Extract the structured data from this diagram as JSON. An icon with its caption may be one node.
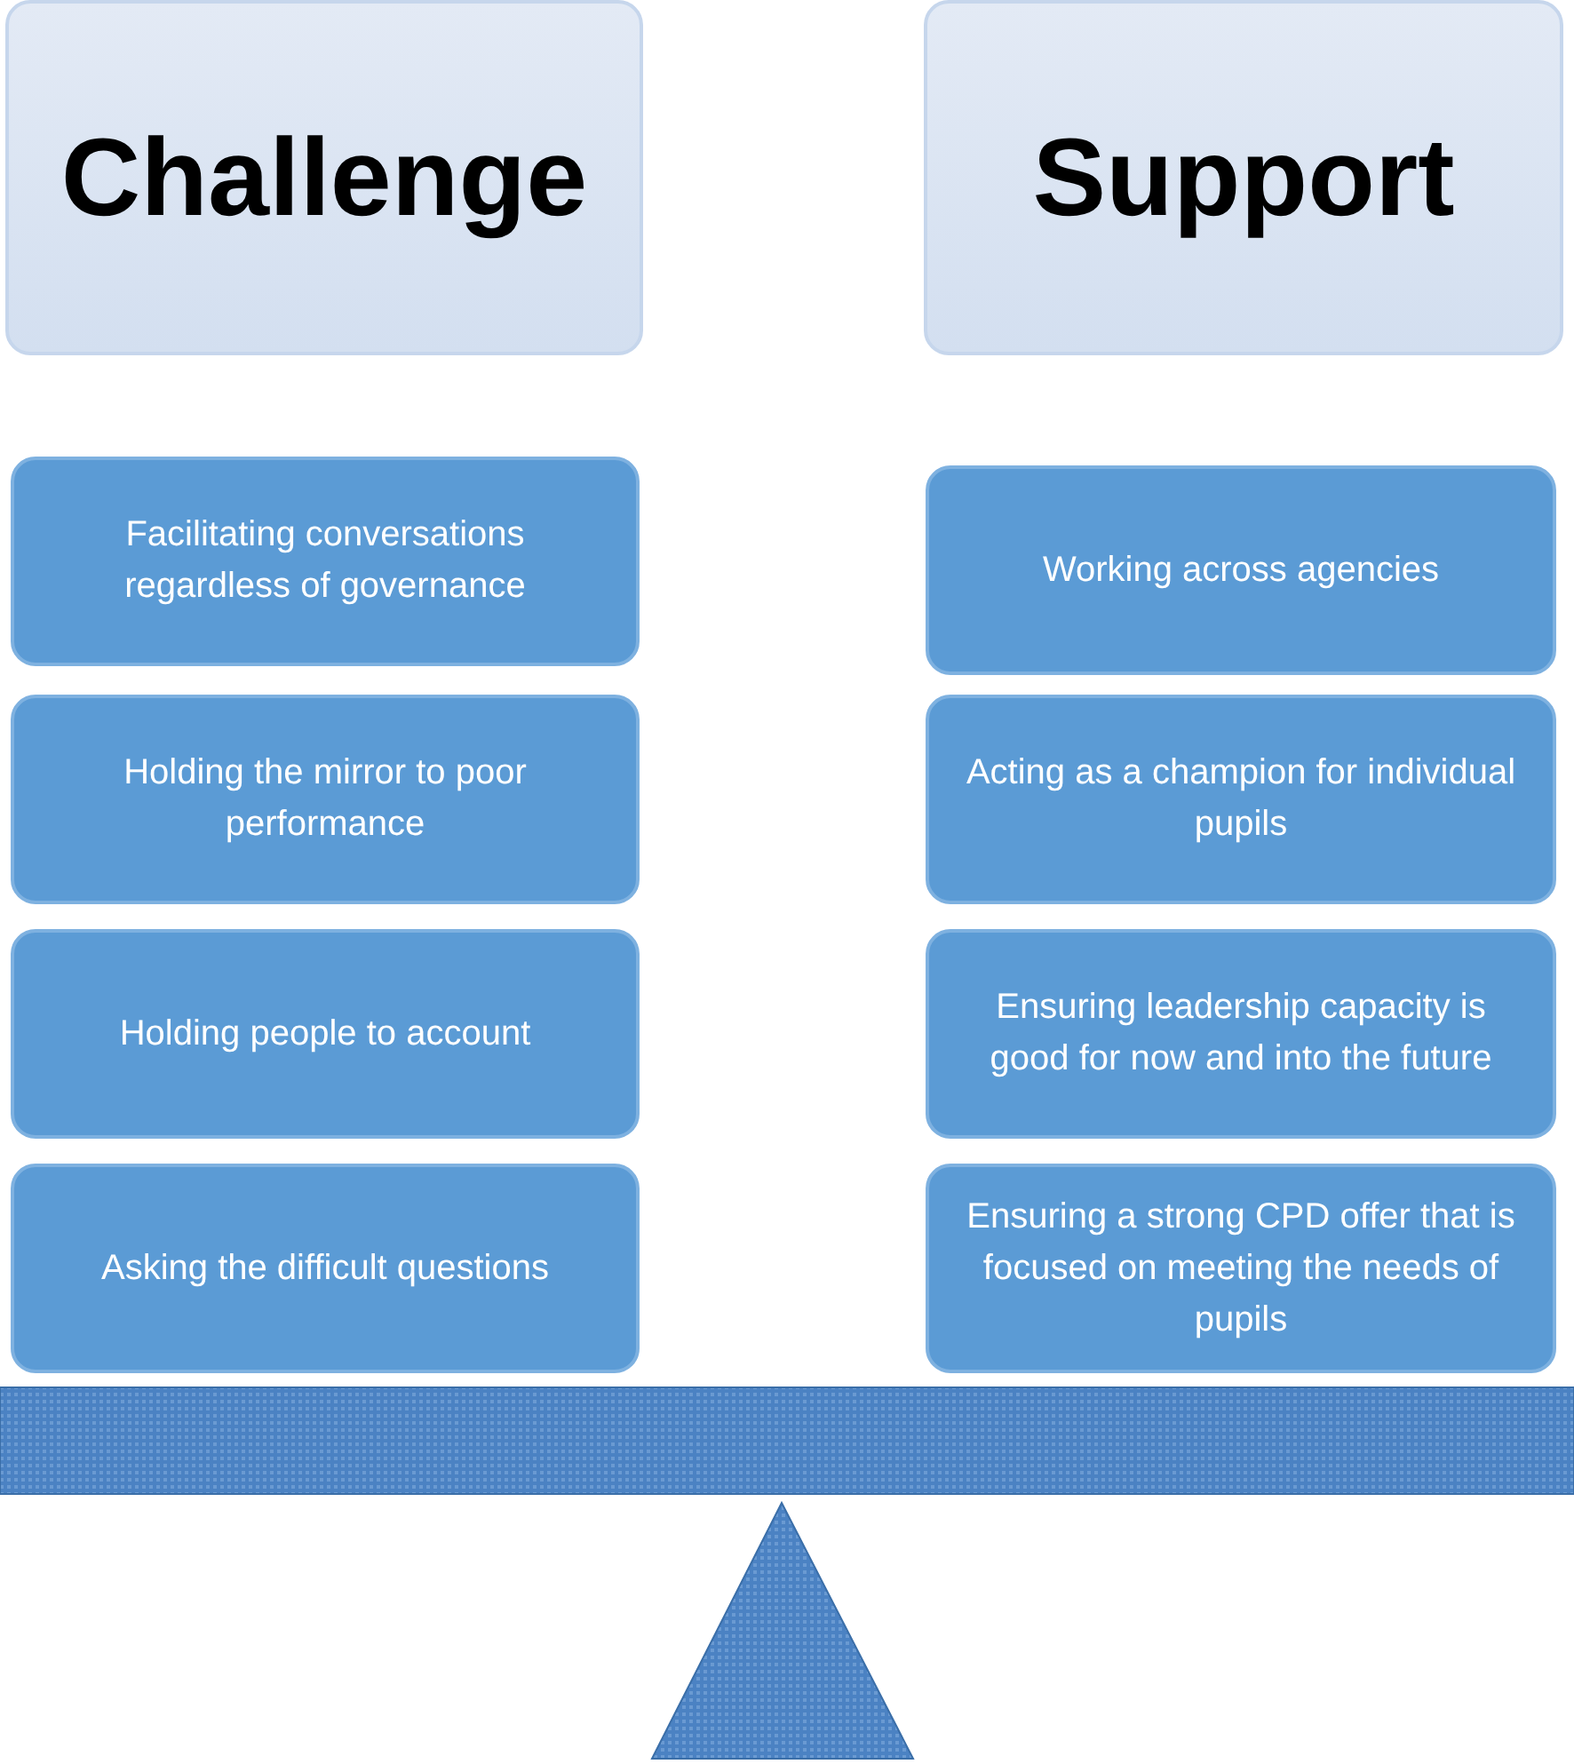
{
  "diagram": {
    "nodes": [
      {
        "text": [
          "Challenge"
        ]
      },
      {
        "text": [
          "Support"
        ]
      },
      {
        "text": [
          "Facilitating conversations regardless of governance"
        ]
      },
      {
        "text": [
          "Working across agencies"
        ]
      },
      {
        "text": [
          "Holding the mirror to poor performance"
        ]
      },
      {
        "text": [
          "Acting as a champion for individual pupils"
        ]
      },
      {
        "text": [
          "Holding people to account"
        ]
      },
      {
        "text": [
          "Ensuring leadership capacity is good for now and into the future"
        ]
      },
      {
        "text": [
          "Asking the difficult questions"
        ]
      },
      {
        "text": [
          "Ensuring a strong CPD offer that is focused on meeting the needs of pupils"
        ]
      }
    ]
  }
}
